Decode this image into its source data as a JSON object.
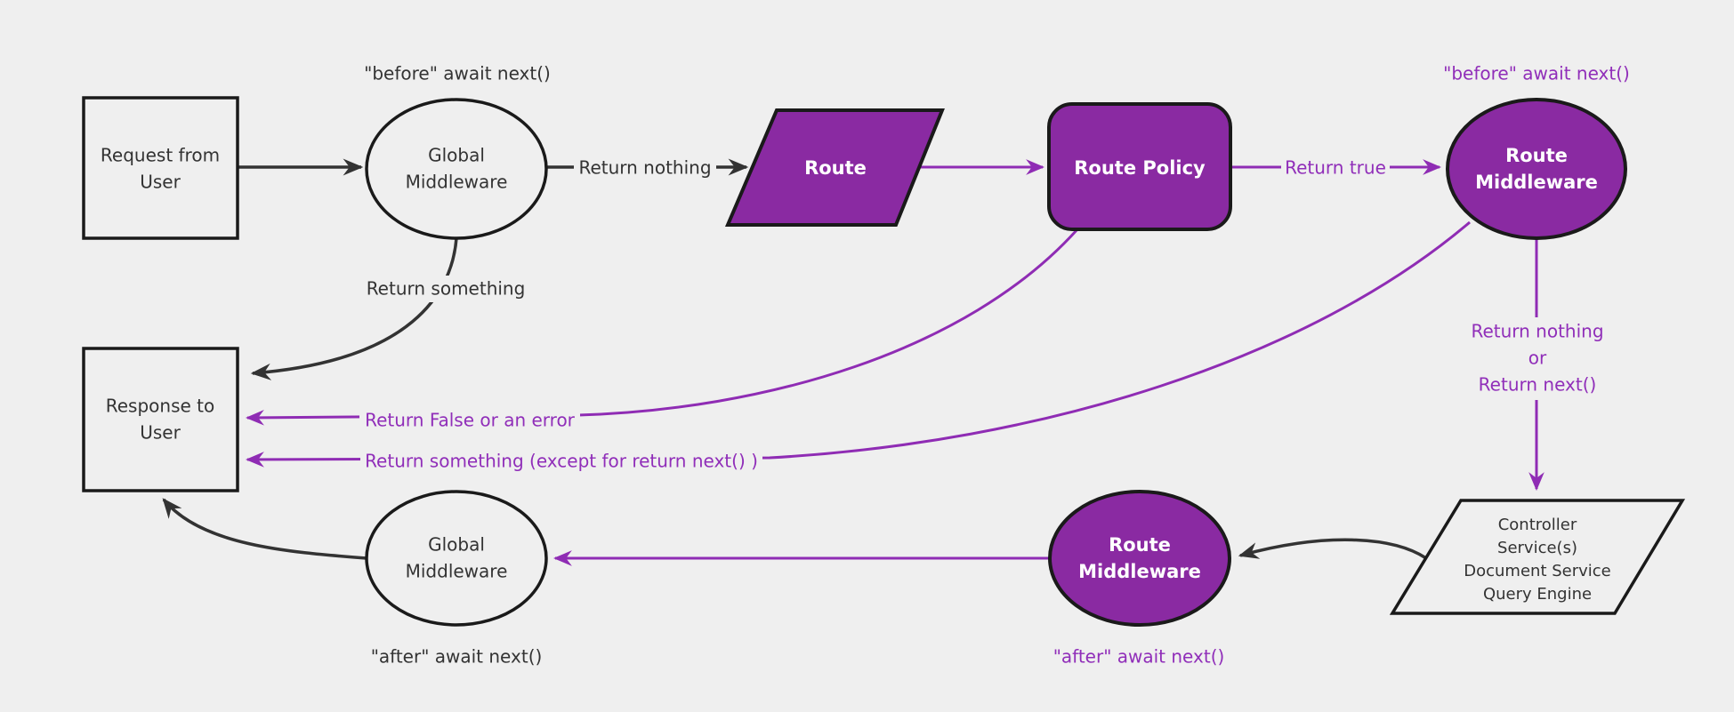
{
  "colors": {
    "background": "#efefef",
    "purple_fill": "#8a2aa2",
    "purple_line": "#8f2cb4",
    "purple_text": "#902eb9",
    "dark_stroke": "#1a1a1a",
    "dark_text": "#333333",
    "node_text_on_purple": "#ffffff"
  },
  "nodes": {
    "request_from_user": {
      "lines": [
        "Request from",
        "User"
      ]
    },
    "global_middleware_top": {
      "lines": [
        "Global",
        "Middleware"
      ]
    },
    "route": {
      "label": "Route"
    },
    "route_policy": {
      "label": "Route Policy"
    },
    "route_middleware_top": {
      "lines": [
        "Route",
        "Middleware"
      ]
    },
    "controller_stack": {
      "lines": [
        "Controller",
        "Service(s)",
        "Document Service",
        "Query Engine"
      ]
    },
    "route_middleware_bottom": {
      "lines": [
        "Route",
        "Middleware"
      ]
    },
    "global_middleware_bottom": {
      "lines": [
        "Global",
        "Middleware"
      ]
    },
    "response_to_user": {
      "lines": [
        "Response to",
        "User"
      ]
    }
  },
  "edge_labels": {
    "before_await_next_global": "\"before\" await next()",
    "before_await_next_route": "\"before\" await next()",
    "return_nothing": "Return nothing",
    "return_something": "Return something",
    "return_true": "Return true",
    "return_false_or_error": "Return False or an error",
    "return_something_except": "Return something (except for return next() )",
    "return_nothing_or_next": {
      "lines": [
        "Return nothing",
        "or",
        "Return next()"
      ]
    },
    "after_await_next_global": "\"after\" await next()",
    "after_await_next_route": "\"after\" await next()"
  }
}
